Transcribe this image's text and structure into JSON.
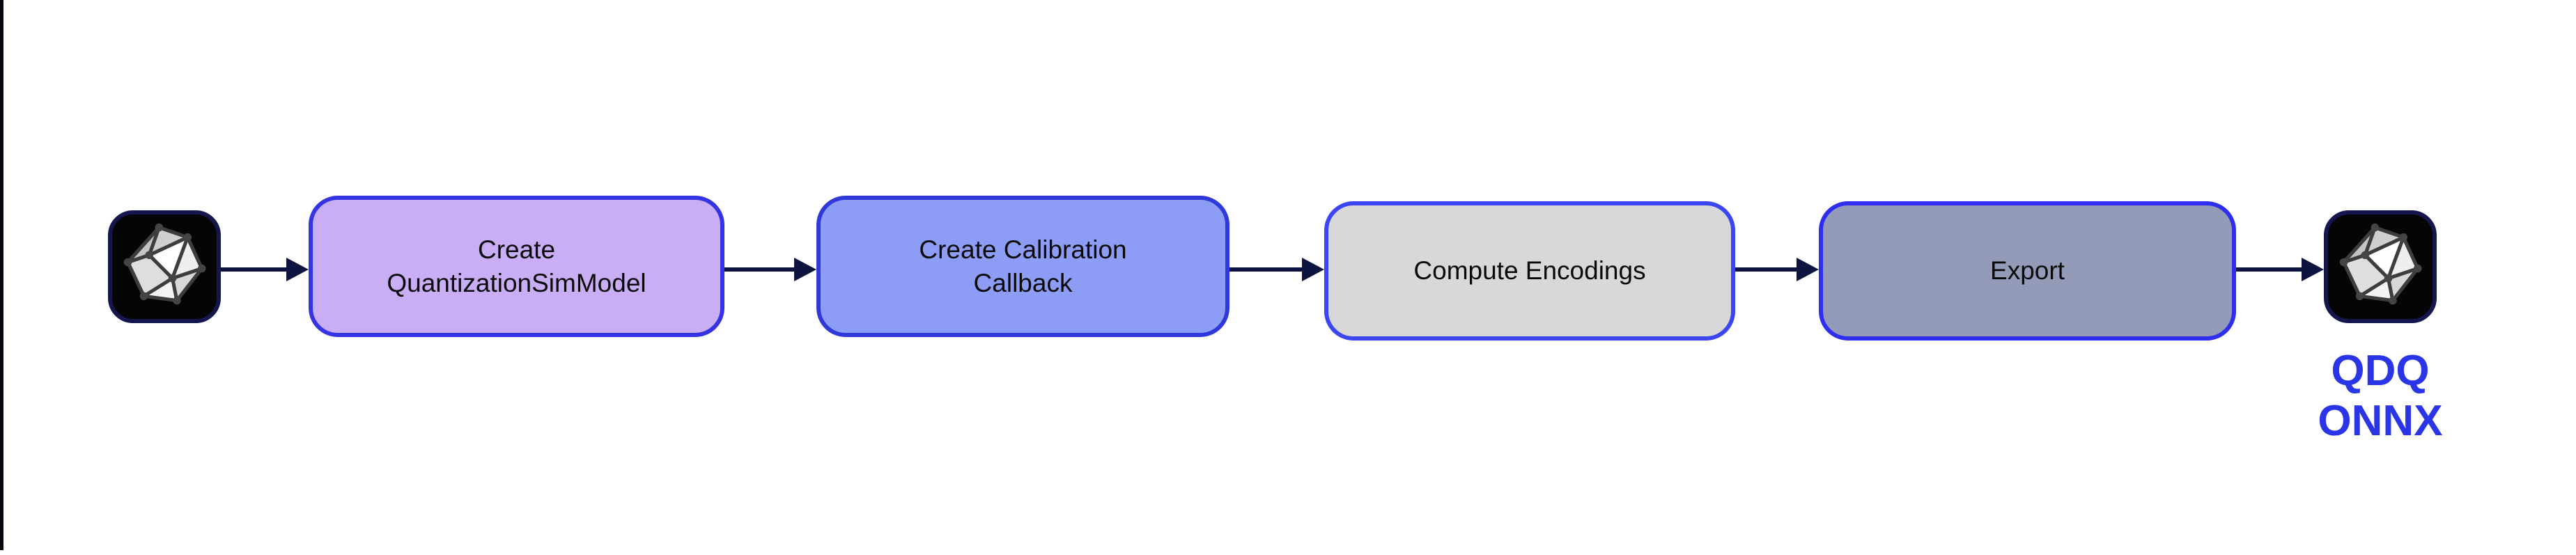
{
  "page": {
    "background": "#ffffff",
    "left_edge_strip_color": "#06060c"
  },
  "flow": {
    "arrow_color": "#0d1440",
    "box_text_color": "#0a0a0a",
    "icon": {
      "name": "onnx-logo",
      "background": "#050505",
      "border": "#16164e"
    },
    "boxes": [
      {
        "lines": [
          "Create",
          "QuantizationSimModel"
        ],
        "fill": "#c9aef6",
        "border": "#3434e4"
      },
      {
        "lines": [
          "Create Calibration",
          "Callback"
        ],
        "fill": "#8d9df5",
        "border": "#2f38d9"
      },
      {
        "lines": [
          "Compute Encodings"
        ],
        "fill": "#d8d8d8",
        "border": "#3a46f2"
      },
      {
        "lines": [
          "Export"
        ],
        "fill": "#939bb8",
        "border": "#2e2ef0"
      }
    ],
    "output_label": {
      "lines": [
        "QDQ",
        "ONNX"
      ],
      "color": "#2b35e8"
    }
  }
}
